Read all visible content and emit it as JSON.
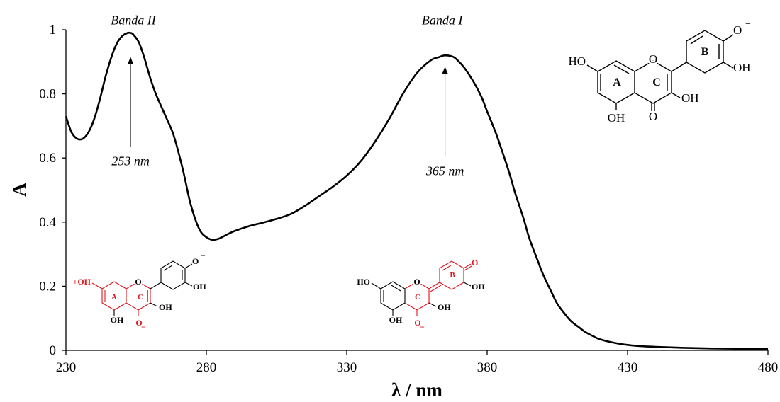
{
  "chart_data": {
    "type": "line",
    "xlabel": "λ / nm",
    "ylabel": "A",
    "xlim": [
      230,
      480
    ],
    "ylim": [
      0,
      1
    ],
    "x_ticks": [
      230,
      280,
      330,
      380,
      430,
      480
    ],
    "y_ticks": [
      "0",
      "0.2",
      "0.4",
      "0.6",
      "0.8",
      "1"
    ],
    "grid": false,
    "series": [
      {
        "x": [
          230,
          232,
          234,
          236,
          238,
          240,
          242,
          244,
          246,
          248,
          250,
          252,
          253,
          254,
          256,
          258,
          260,
          262,
          264,
          266,
          268,
          270,
          272,
          274,
          276,
          278,
          280,
          282,
          284,
          286,
          288,
          290,
          295,
          300,
          305,
          310,
          315,
          320,
          325,
          330,
          335,
          340,
          345,
          350,
          355,
          360,
          363,
          365,
          368,
          370,
          372,
          375,
          378,
          380,
          383,
          385,
          388,
          390,
          393,
          395,
          398,
          400,
          403,
          405,
          408,
          410,
          413,
          415,
          418,
          420,
          425,
          430,
          435,
          440,
          450,
          460,
          470,
          480
        ],
        "y": [
          0.73,
          0.68,
          0.66,
          0.66,
          0.68,
          0.72,
          0.78,
          0.85,
          0.91,
          0.955,
          0.98,
          0.99,
          0.99,
          0.985,
          0.96,
          0.91,
          0.85,
          0.8,
          0.76,
          0.72,
          0.68,
          0.62,
          0.55,
          0.47,
          0.41,
          0.37,
          0.353,
          0.345,
          0.347,
          0.355,
          0.364,
          0.372,
          0.387,
          0.398,
          0.41,
          0.425,
          0.45,
          0.48,
          0.51,
          0.545,
          0.59,
          0.65,
          0.72,
          0.8,
          0.865,
          0.905,
          0.915,
          0.92,
          0.915,
          0.9,
          0.88,
          0.84,
          0.79,
          0.745,
          0.68,
          0.63,
          0.55,
          0.49,
          0.41,
          0.35,
          0.28,
          0.235,
          0.18,
          0.145,
          0.11,
          0.09,
          0.07,
          0.057,
          0.043,
          0.035,
          0.024,
          0.017,
          0.013,
          0.011,
          0.008,
          0.006,
          0.005,
          0.004
        ],
        "color": "#000000"
      }
    ],
    "annotations": [
      {
        "text": "Banda II",
        "x": 254,
        "y": 1.03
      },
      {
        "text": "Banda I",
        "x": 364,
        "y": 1.03
      },
      {
        "text": "253 nm",
        "x": 253,
        "y": 0.59,
        "arrow_to": [
          253,
          0.915
        ]
      },
      {
        "text": "365 nm",
        "x": 365,
        "y": 0.56,
        "arrow_to": [
          365,
          0.885
        ]
      }
    ]
  },
  "structures": {
    "neutral": {
      "ho_left": "HO",
      "oh_right_ring": "OH",
      "o_minus": "O",
      "minus": "−",
      "o_ring": "O",
      "o_keto": "O",
      "oh_bottom": "OH",
      "oh_c3": "OH",
      "ring_a": "A",
      "ring_b": "B",
      "ring_c": "C"
    },
    "left": {
      "oh_plus": "+OH",
      "o_minus_top": "O",
      "minus_top": "−",
      "oh_ring_b": "OH",
      "o_ring": "O",
      "o_minus_bottom": "O",
      "minus_bottom": "−",
      "oh_bottom": "OH",
      "oh_c3": "OH",
      "ring_a": "A",
      "ring_c": "C"
    },
    "middle": {
      "ho_left": "HO",
      "o_keto_b": "O",
      "oh_ring_b": "OH",
      "o_ring": "O",
      "o_minus_bottom": "O",
      "minus_bottom": "−",
      "oh_bottom": "OH",
      "oh_c3": "OH",
      "ring_b": "B",
      "ring_c": "C"
    }
  }
}
